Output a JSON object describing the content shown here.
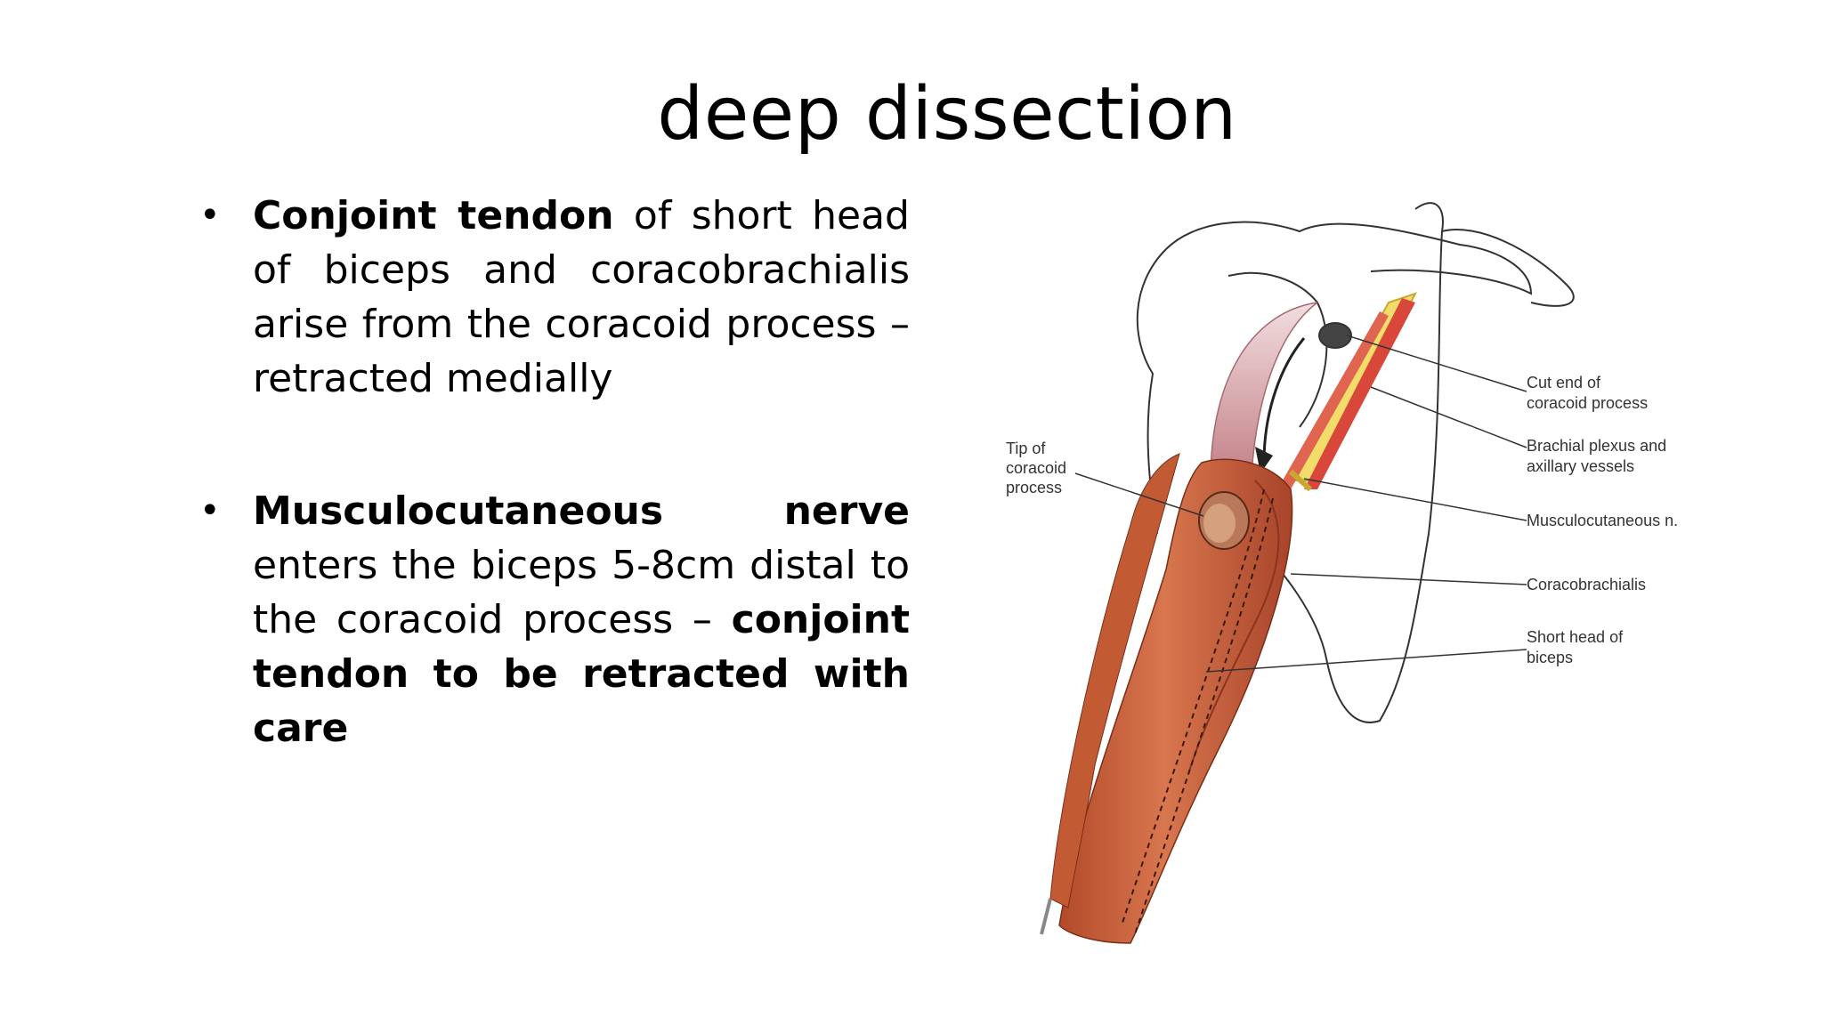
{
  "slide": {
    "title": "deep dissection"
  },
  "bullets": [
    {
      "bold_lead": "Conjoint tendon",
      "text": " of short head of biceps and coracobrachialis arise from the coracoid process – retracted medially"
    },
    {
      "bold_lead": "Musculocutaneous nerve",
      "text": " enters the biceps 5-8cm distal to the coracoid process – ",
      "bold_tail": "conjoint tendon to be retracted with care"
    }
  ],
  "figure": {
    "labels": {
      "tip_coracoid": [
        "Tip of",
        "coracoid",
        "process"
      ],
      "cut_end": [
        "Cut end of",
        "coracoid process"
      ],
      "brachial": [
        "Brachial plexus and",
        "axillary vessels"
      ],
      "musculocutaneous": [
        "Musculocutaneous n."
      ],
      "coracobrachialis": [
        "Coracobrachialis"
      ],
      "short_head": [
        "Short head of",
        "biceps"
      ]
    },
    "colors": {
      "muscle": "#c8603c",
      "muscle_dark": "#9c3d22",
      "bone_outline": "#333333",
      "nerve": "#f2dc6a",
      "vessel": "#d9473a"
    }
  }
}
